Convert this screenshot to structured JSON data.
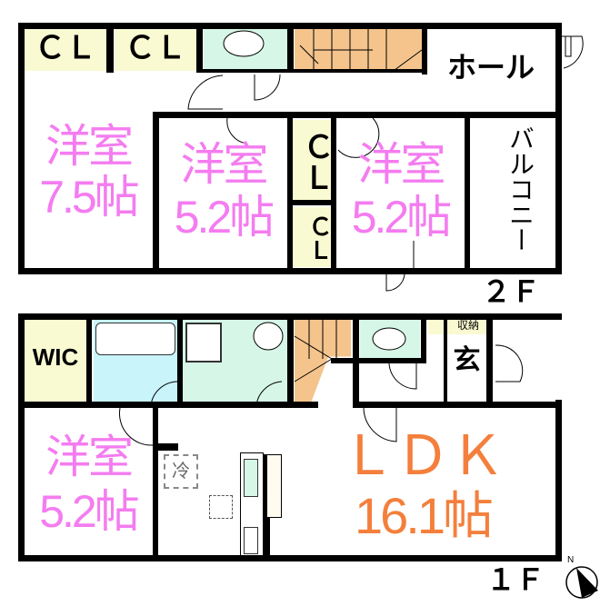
{
  "floor2": {
    "label": "２Ｆ",
    "rooms": {
      "cl1": "ＣＬ",
      "cl2": "ＣＬ",
      "hall": "ホール",
      "western1_name": "洋室",
      "western1_size": "7.5帖",
      "western2_name": "洋室",
      "western2_size": "5.2帖",
      "cl3": "ＣＬ",
      "cl4": "ＣＬ",
      "western3_name": "洋室",
      "western3_size": "5.2帖",
      "balcony": "バルコニー"
    }
  },
  "floor1": {
    "label": "１Ｆ",
    "rooms": {
      "wic": "WIC",
      "storage": "収納",
      "entrance": "玄",
      "western_name": "洋室",
      "western_size": "5.2帖",
      "fridge": "冷",
      "ldk_name": "ＬＤＫ",
      "ldk_size": "16.1帖"
    }
  },
  "compass": {
    "north": "N"
  },
  "colors": {
    "closet": "#fafad2",
    "toilet": "#d6f7e8",
    "stairs": "#f4c48c",
    "bath": "#c8f4fa",
    "pink": "#f47cf0",
    "orange": "#f47f3c"
  }
}
